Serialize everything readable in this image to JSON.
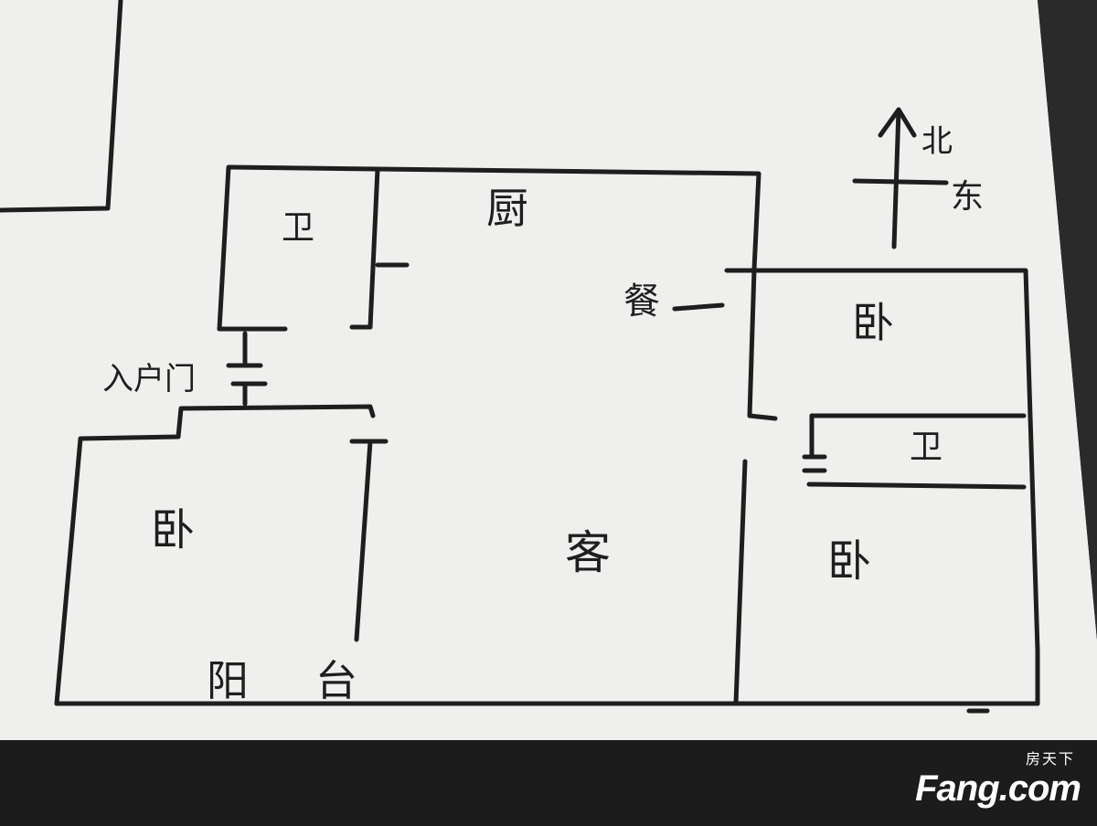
{
  "rooms": {
    "bathroom_top": "卫",
    "kitchen": "厨",
    "dining": "餐",
    "entrance": "入户门",
    "bedroom_left": "卧",
    "living": "客",
    "balcony_left": "阳",
    "balcony_right": "台",
    "bedroom_right_top": "卧",
    "bathroom_right": "卫",
    "bedroom_right_bottom": "卧"
  },
  "compass": {
    "north": "北",
    "east": "东"
  },
  "watermark": {
    "cn": "房天下",
    "en": "Fang.com"
  },
  "colors": {
    "paper": "#efefed",
    "ink": "#1e1e1e",
    "background": "#1c1c1c",
    "watermark": "#ffffff"
  }
}
